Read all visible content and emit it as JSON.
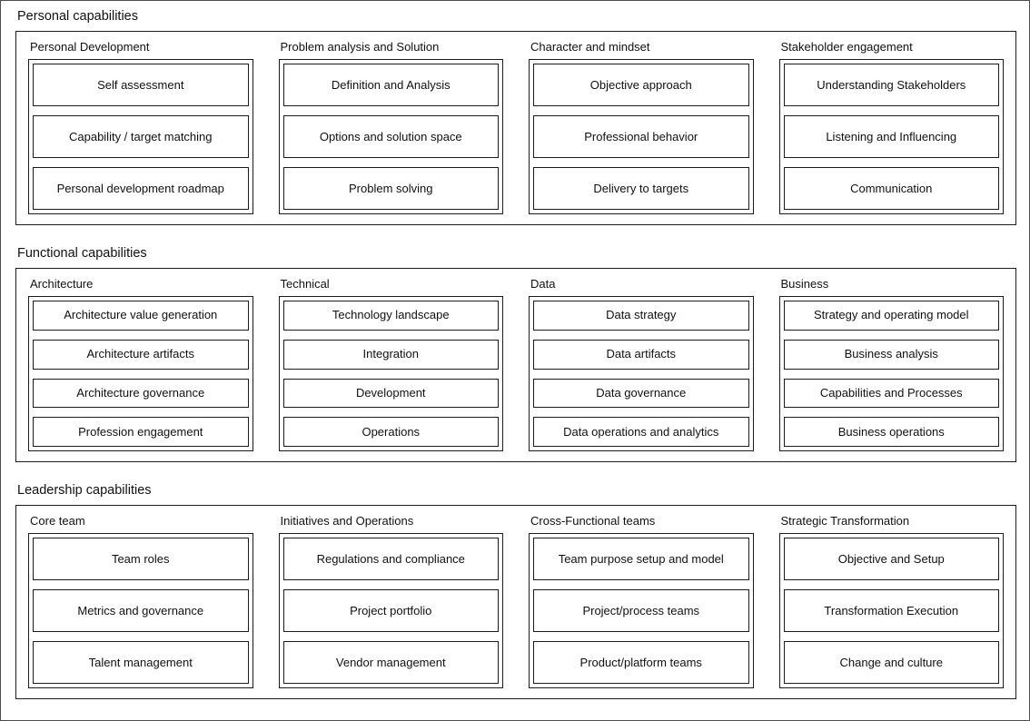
{
  "colors": {
    "page_border": "#4d4d4d",
    "box_border": "#1c1c1c",
    "background": "#ffffff",
    "text": "#111111"
  },
  "sections": [
    {
      "title": "Personal capabilities",
      "columns": [
        {
          "label": "Personal Development",
          "items": [
            "Self assessment",
            "Capability / target matching",
            "Personal development roadmap"
          ]
        },
        {
          "label": "Problem analysis and Solution",
          "items": [
            "Definition and Analysis",
            "Options and solution space",
            "Problem solving"
          ]
        },
        {
          "label": "Character and mindset",
          "items": [
            "Objective approach",
            "Professional behavior",
            "Delivery to targets"
          ]
        },
        {
          "label": "Stakeholder engagement",
          "items": [
            "Understanding Stakeholders",
            "Listening and Influencing",
            "Communication"
          ]
        }
      ]
    },
    {
      "title": "Functional capabilities",
      "columns": [
        {
          "label": "Architecture",
          "items": [
            "Architecture value generation",
            "Architecture artifacts",
            "Architecture governance",
            "Profession engagement"
          ]
        },
        {
          "label": "Technical",
          "items": [
            "Technology landscape",
            "Integration",
            "Development",
            "Operations"
          ]
        },
        {
          "label": "Data",
          "items": [
            "Data strategy",
            "Data artifacts",
            "Data governance",
            "Data operations and analytics"
          ]
        },
        {
          "label": "Business",
          "items": [
            "Strategy and operating model",
            "Business analysis",
            "Capabilities and Processes",
            "Business operations"
          ]
        }
      ]
    },
    {
      "title": "Leadership capabilities",
      "columns": [
        {
          "label": "Core team",
          "items": [
            "Team roles",
            "Metrics and governance",
            "Talent management"
          ]
        },
        {
          "label": "Initiatives and Operations",
          "items": [
            "Regulations and compliance",
            "Project portfolio",
            "Vendor management"
          ]
        },
        {
          "label": "Cross-Functional teams",
          "items": [
            "Team purpose setup and model",
            "Project/process teams",
            "Product/platform teams"
          ]
        },
        {
          "label": "Strategic Transformation",
          "items": [
            "Objective and Setup",
            "Transformation Execution",
            "Change and culture"
          ]
        }
      ]
    }
  ]
}
